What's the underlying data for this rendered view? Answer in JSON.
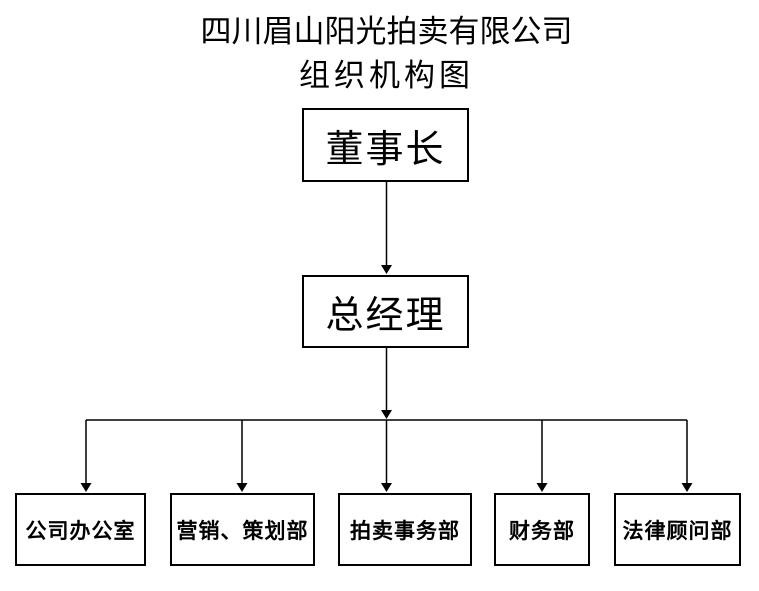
{
  "colors": {
    "background": "#ffffff",
    "line": "#000000",
    "text": "#000000"
  },
  "title": {
    "line1": "四川眉山阳光拍卖有限公司",
    "line2": "组织机构图"
  },
  "org": {
    "chairman": {
      "label": "董事长"
    },
    "general_manager": {
      "label": "总经理"
    },
    "departments": [
      {
        "label": "公司办公室"
      },
      {
        "label": "营销、策划部"
      },
      {
        "label": "拍卖事务部"
      },
      {
        "label": "财务部"
      },
      {
        "label": "法律顾问部"
      }
    ]
  }
}
